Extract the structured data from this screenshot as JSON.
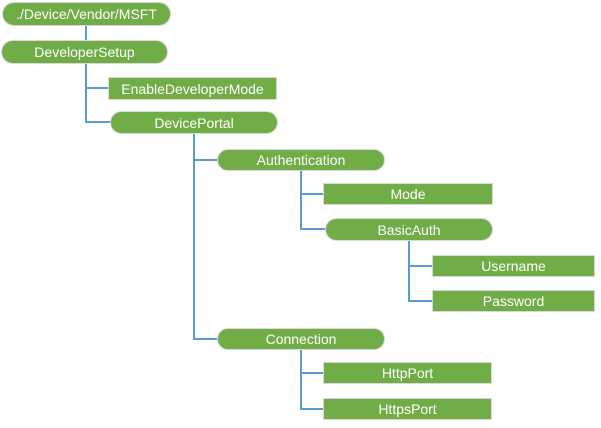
{
  "diagram": {
    "type": "tree",
    "colors": {
      "background": "#FFFFFF",
      "node_fill": "#70AD47",
      "node_border": "#D9D9D9",
      "node_text": "#FFFFFF",
      "connector": "#5B9BD5"
    },
    "nodes": [
      {
        "label": "./Device/Vendor/MSFT",
        "shape": "pill",
        "parent": null
      },
      {
        "label": "DeveloperSetup",
        "shape": "pill",
        "parent": "./Device/Vendor/MSFT"
      },
      {
        "label": "EnableDeveloperMode",
        "shape": "rect",
        "parent": "DeveloperSetup"
      },
      {
        "label": "DevicePortal",
        "shape": "pill",
        "parent": "DeveloperSetup"
      },
      {
        "label": "Authentication",
        "shape": "pill",
        "parent": "DevicePortal"
      },
      {
        "label": "Mode",
        "shape": "rect",
        "parent": "Authentication"
      },
      {
        "label": "BasicAuth",
        "shape": "pill",
        "parent": "Authentication"
      },
      {
        "label": "Username",
        "shape": "rect",
        "parent": "BasicAuth"
      },
      {
        "label": "Password",
        "shape": "rect",
        "parent": "BasicAuth"
      },
      {
        "label": "Connection",
        "shape": "pill",
        "parent": "DevicePortal"
      },
      {
        "label": "HttpPort",
        "shape": "rect",
        "parent": "Connection"
      },
      {
        "label": "HttpsPort",
        "shape": "rect",
        "parent": "Connection"
      }
    ]
  }
}
